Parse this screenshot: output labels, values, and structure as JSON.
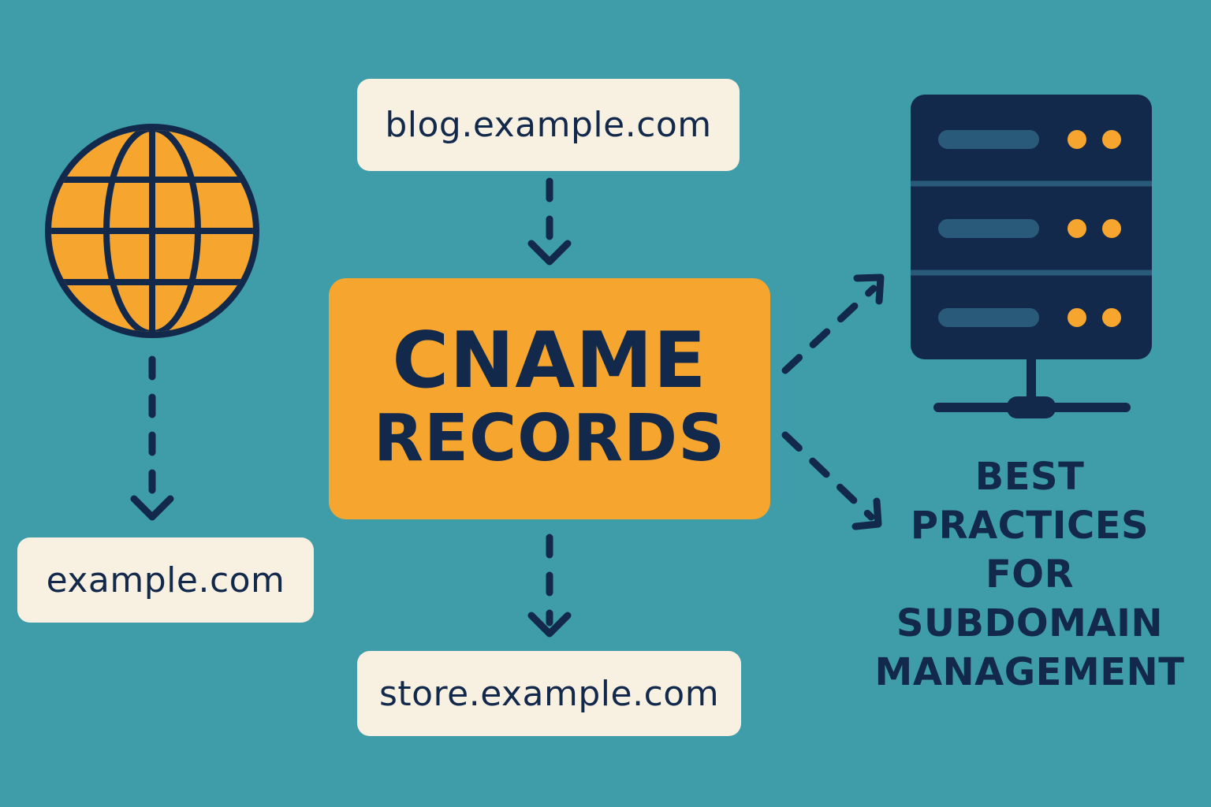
{
  "diagram": {
    "center": {
      "line1": "CNAME",
      "line2": "RECORDS"
    },
    "subdomains": {
      "blog": "blog.example.com",
      "store": "store.example.com"
    },
    "root_domain": "example.com",
    "caption_lines": [
      "BEST",
      "PRACTICES",
      "FOR",
      "SUBDOMAIN",
      "MANAGEMENT"
    ]
  },
  "icons": {
    "globe": "globe-icon",
    "server": "server-icon"
  },
  "colors": {
    "background": "#3F9DA9",
    "accent": "#F6A52E",
    "ink": "#13294B",
    "pill": "#F8F1E2",
    "server_slot": "#2A5A7A"
  }
}
